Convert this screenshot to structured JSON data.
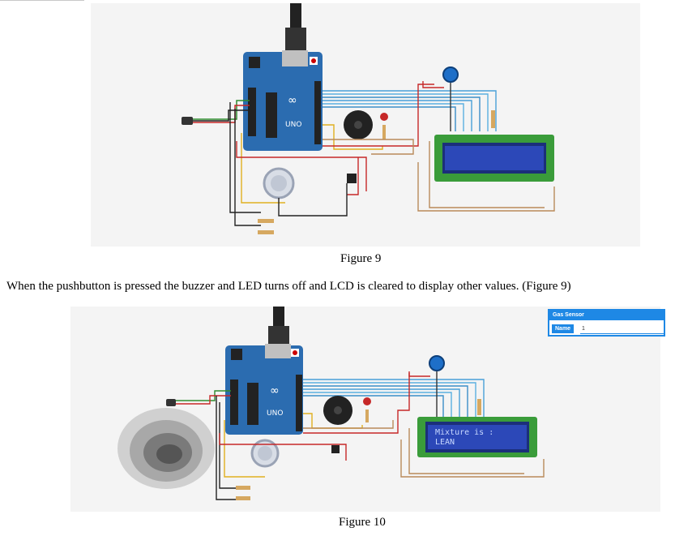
{
  "figure9": {
    "caption": "Figure 9"
  },
  "paragraph": "When the pushbutton is pressed the buzzer and LED turns off and LCD is cleared to display other values. (Figure 9)",
  "figure10": {
    "caption": "Figure 10",
    "lcd_line1": "Mixture is :",
    "lcd_line2": "LEAN",
    "panel": {
      "title": "Gas Sensor",
      "name_label": "Name",
      "name_value": "1"
    }
  },
  "board": {
    "label": "UNO",
    "logo": "∞"
  },
  "colors": {
    "board": "#2b6cb0",
    "lcd_frame": "#3a9c3a",
    "lcd_screen": "#2c48b8",
    "accent": "#1e88e5"
  }
}
